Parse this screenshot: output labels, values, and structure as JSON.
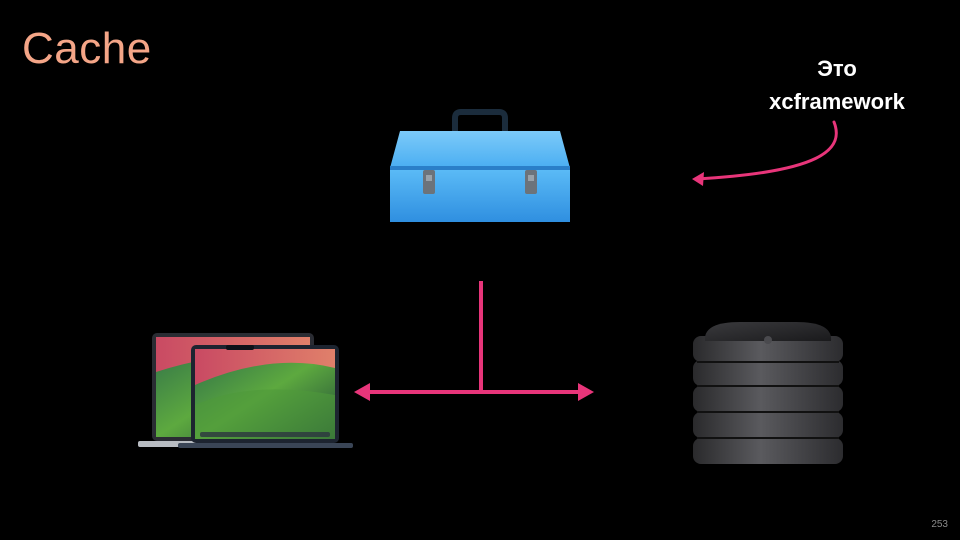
{
  "slide": {
    "title": "Cache",
    "annotation": [
      "Это",
      "xcframework"
    ],
    "page_number": "253"
  },
  "icons": {
    "toolbox": "toolbox-icon",
    "laptops": "laptops-icon",
    "server": "server-stack-icon"
  },
  "colors": {
    "title": "#f4a587",
    "connector": "#e8357a",
    "toolbox": "#3fa6ef"
  }
}
